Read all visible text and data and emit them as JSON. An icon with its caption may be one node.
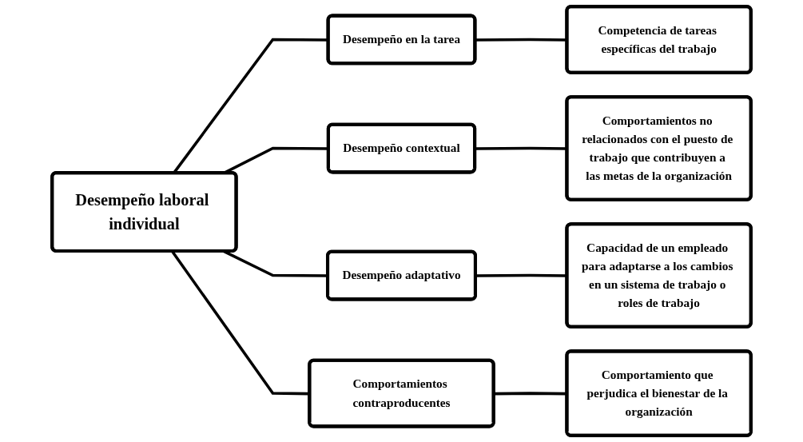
{
  "diagram": {
    "nodes": [
      {
        "text": [
          "Desempeño laboral individual"
        ]
      },
      {
        "text": [
          "Desempeño en la tarea"
        ]
      },
      {
        "text": [
          "Desempeño contextual"
        ]
      },
      {
        "text": [
          "Desempeño adaptativo"
        ]
      },
      {
        "text": [
          "Comportamientos contraproducentes"
        ]
      },
      {
        "text": [
          "Competencia de tareas específicas del trabajo"
        ]
      },
      {
        "text": [
          "Comportamientos no relacionados con el puesto de trabajo que contribuyen a las metas de la organización"
        ]
      },
      {
        "text": [
          "Capacidad de un empleado para adaptarse a los cambios en un sistema de trabajo o roles de trabajo"
        ]
      },
      {
        "text": [
          "Comportamiento que perjudica el bienestar de la organización"
        ]
      }
    ],
    "edges": [
      {
        "from": 0,
        "to": 1,
        "arrow": "none"
      },
      {
        "from": 0,
        "to": 2,
        "arrow": "none"
      },
      {
        "from": 0,
        "to": 3,
        "arrow": "none"
      },
      {
        "from": 0,
        "to": 4,
        "arrow": "none"
      },
      {
        "from": 1,
        "to": 5,
        "arrow": "none"
      },
      {
        "from": 2,
        "to": 6,
        "arrow": "none"
      },
      {
        "from": 3,
        "to": 7,
        "arrow": "none"
      },
      {
        "from": 4,
        "to": 8,
        "arrow": "none"
      }
    ]
  }
}
